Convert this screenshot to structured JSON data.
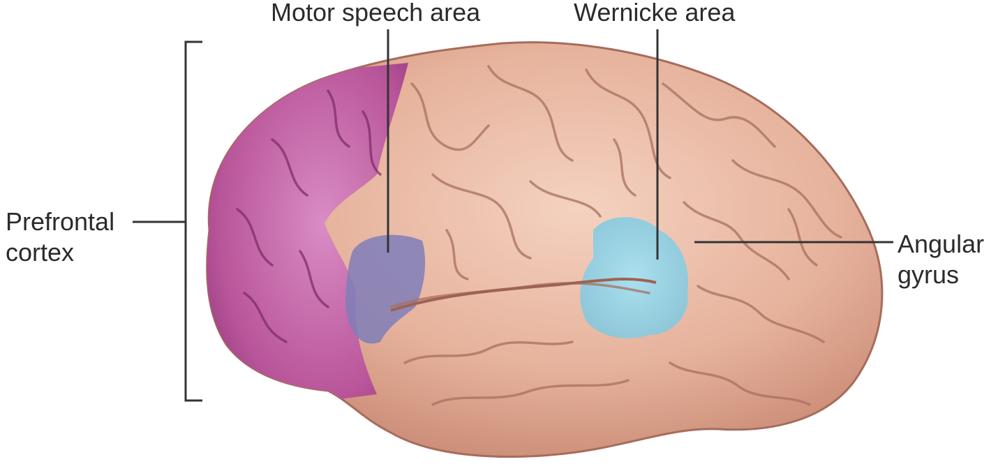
{
  "labels": {
    "motor_speech_area": "Motor speech area",
    "wernicke_area": "Wernicke area",
    "prefrontal_cortex": [
      "Prefrontal",
      "cortex"
    ],
    "angular_gyrus": [
      "Angular",
      "gyrus"
    ]
  },
  "colors": {
    "cortex": "#e8b8a2",
    "cortex_shade": "#b97f6c",
    "prefrontal": "#c55aa3",
    "motor_speech_highlight": "#8a87bd",
    "wernicke_highlight": "#8fd3e8",
    "leader_line": "#333333"
  }
}
